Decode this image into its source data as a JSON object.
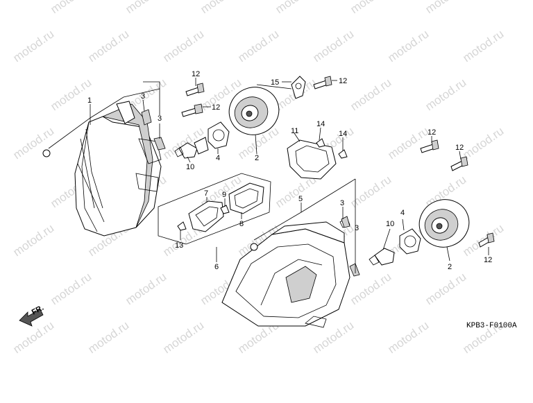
{
  "diagram": {
    "watermark": "motod.ru",
    "code": "KPB3-F0100A",
    "front_label": "FR.",
    "callouts": [
      {
        "id": "c1",
        "text": "1"
      },
      {
        "id": "c3a",
        "text": "3"
      },
      {
        "id": "c3b",
        "text": "3"
      },
      {
        "id": "c12a",
        "text": "12"
      },
      {
        "id": "c12b",
        "text": "12"
      },
      {
        "id": "c10a",
        "text": "10"
      },
      {
        "id": "c4a",
        "text": "4"
      },
      {
        "id": "c2a",
        "text": "2"
      },
      {
        "id": "c15",
        "text": "15"
      },
      {
        "id": "c12c",
        "text": "12"
      },
      {
        "id": "c11",
        "text": "11"
      },
      {
        "id": "c14a",
        "text": "14"
      },
      {
        "id": "c14b",
        "text": "14"
      },
      {
        "id": "c12d",
        "text": "12"
      },
      {
        "id": "c12e",
        "text": "12"
      },
      {
        "id": "c7",
        "text": "7"
      },
      {
        "id": "c9",
        "text": "9"
      },
      {
        "id": "c8",
        "text": "8"
      },
      {
        "id": "c13",
        "text": "13"
      },
      {
        "id": "c6",
        "text": "6"
      },
      {
        "id": "c5",
        "text": "5"
      },
      {
        "id": "c3c",
        "text": "3"
      },
      {
        "id": "c3d",
        "text": "3"
      },
      {
        "id": "c4b",
        "text": "4"
      },
      {
        "id": "c10b",
        "text": "10"
      },
      {
        "id": "c2b",
        "text": "2"
      },
      {
        "id": "c12f",
        "text": "12"
      }
    ]
  }
}
